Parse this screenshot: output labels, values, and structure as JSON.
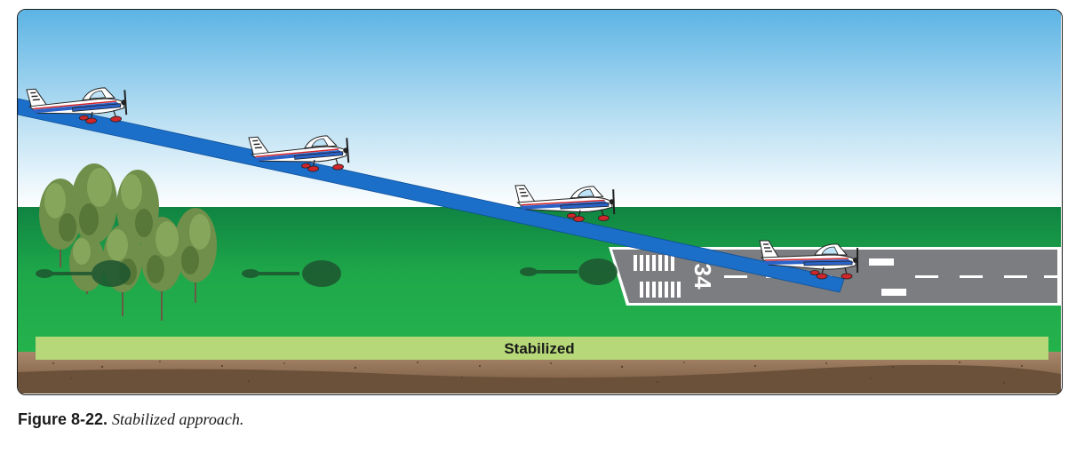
{
  "figure": {
    "number": "Figure 8-22.",
    "caption": "Stabilized approach."
  },
  "scene": {
    "banner_label": "Stabilized",
    "runway_number": "34",
    "aircraft_count": 4,
    "colors": {
      "sky_top": "#62b8e6",
      "sky_bottom": "#ffffff",
      "grass_far": "#108a44",
      "grass_near": "#22b24c",
      "glidepath": "#1b6fc9",
      "banner": "#b6d878",
      "runway": "#7c7d80",
      "soil": "#9e7b5f",
      "soil_dark": "#715840"
    }
  }
}
